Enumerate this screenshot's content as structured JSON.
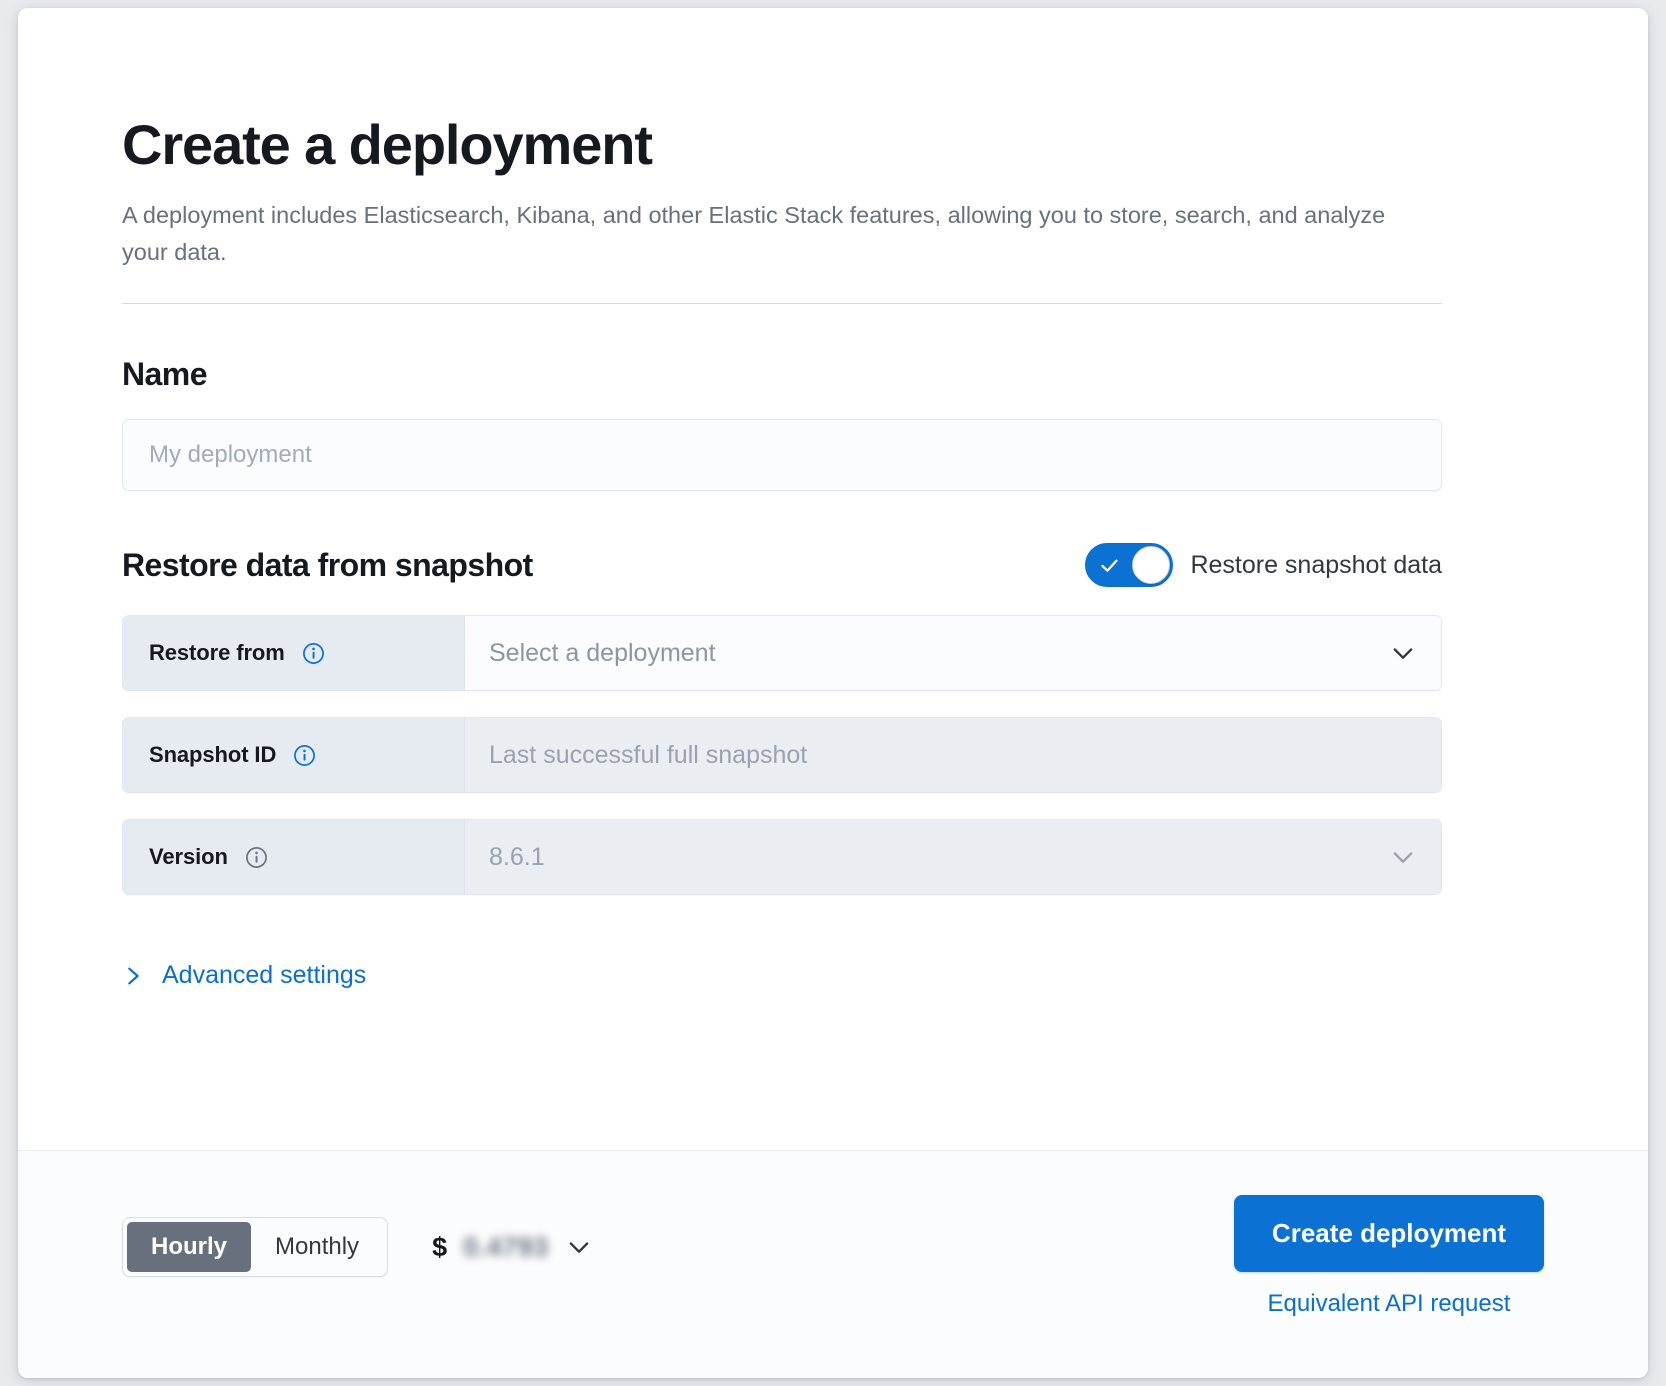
{
  "header": {
    "title": "Create a deployment",
    "description": "A deployment includes Elasticsearch, Kibana, and other Elastic Stack features, allowing you to store, search, and analyze your data."
  },
  "name_section": {
    "heading": "Name",
    "input_placeholder": "My deployment",
    "input_value": ""
  },
  "snapshot_section": {
    "heading": "Restore data from snapshot",
    "toggle_label": "Restore snapshot data",
    "toggle_on": true,
    "rows": [
      {
        "label": "Restore from",
        "value": "Select a deployment",
        "info_icon": "info-icon",
        "info_enabled": true,
        "disabled": false,
        "has_chevron": true
      },
      {
        "label": "Snapshot ID",
        "value": "Last successful full snapshot",
        "info_icon": "info-icon",
        "info_enabled": true,
        "disabled": true,
        "has_chevron": false
      },
      {
        "label": "Version",
        "value": "8.6.1",
        "info_icon": "info-icon",
        "info_enabled": false,
        "disabled": true,
        "has_chevron": true
      }
    ],
    "advanced_settings_label": "Advanced settings"
  },
  "footer": {
    "billing_options": [
      "Hourly",
      "Monthly"
    ],
    "billing_selected": "Hourly",
    "price_currency": "$",
    "price_value": "0.4793",
    "create_button_label": "Create deployment",
    "api_request_label": "Equivalent API request"
  },
  "colors": {
    "accent_blue": "#0b72d4",
    "link_blue": "#0b6fcc",
    "text_dark": "#16191f",
    "text_muted": "#69707d",
    "prepend_bg": "#e6ebf2",
    "segment_active_bg": "#69707d"
  }
}
